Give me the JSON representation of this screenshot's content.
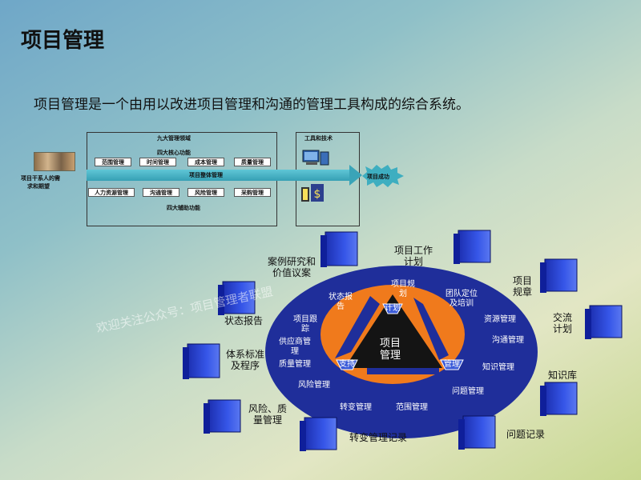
{
  "title": "项目管理",
  "intro": "项目管理是一个由用以改进项目管理和沟通的管理工具构成的综合系统。",
  "framework": {
    "nine_areas": "九大管理领域",
    "core_four": "四大核心功能",
    "core_items": [
      "范围管理",
      "时间管理",
      "成本管理",
      "质量管理"
    ],
    "integration": "项目整体管理",
    "aux_items": [
      "人力资源管理",
      "沟通管理",
      "风险管理",
      "采购管理"
    ],
    "aux_four": "四大辅助功能",
    "tools": "工具和技术",
    "stakeholder": [
      "项目干系人的需",
      "求和期望"
    ],
    "success": "项目成功"
  },
  "cycle": {
    "center": [
      "项目",
      "管理"
    ],
    "triangle": {
      "plan": "计划",
      "support": "支持",
      "control": "管理"
    },
    "inner_labels": {
      "plan": [
        "项目规",
        "划"
      ],
      "team": [
        "团队定位",
        "及培训"
      ],
      "resource": "资源管理",
      "comm": "沟通管理",
      "knowledge": "知识管理",
      "issue": "问题管理",
      "scope": "范围管理",
      "change": "转变管理",
      "risk": "风险管理",
      "quality": "质量管理",
      "supply": [
        "供应商管",
        "理"
      ],
      "track": [
        "项目跟",
        "踪"
      ],
      "status": [
        "状态报",
        "告"
      ]
    },
    "outer_labels": {
      "work_plan": [
        "项目工作",
        "计划"
      ],
      "charter": [
        "项目",
        "规章"
      ],
      "comm_plan": [
        "交流",
        "计划"
      ],
      "kb": "知识库",
      "issue_log": "问题记录",
      "change_log": "转变管理记录",
      "risk_qual": [
        "风险、质",
        "量管理"
      ],
      "standards": [
        "体系标准",
        "及程序"
      ],
      "status_rep": "状态报告",
      "case": [
        "案例研究和",
        "价值议案"
      ]
    }
  },
  "watermark": "欢迎关注公众号：项目管理者联盟",
  "colors": {
    "ellipse": "#1f2e9a",
    "ring": "#f07a1c",
    "binder": "#2a3fd0",
    "triangle": "#1a1a1a"
  }
}
